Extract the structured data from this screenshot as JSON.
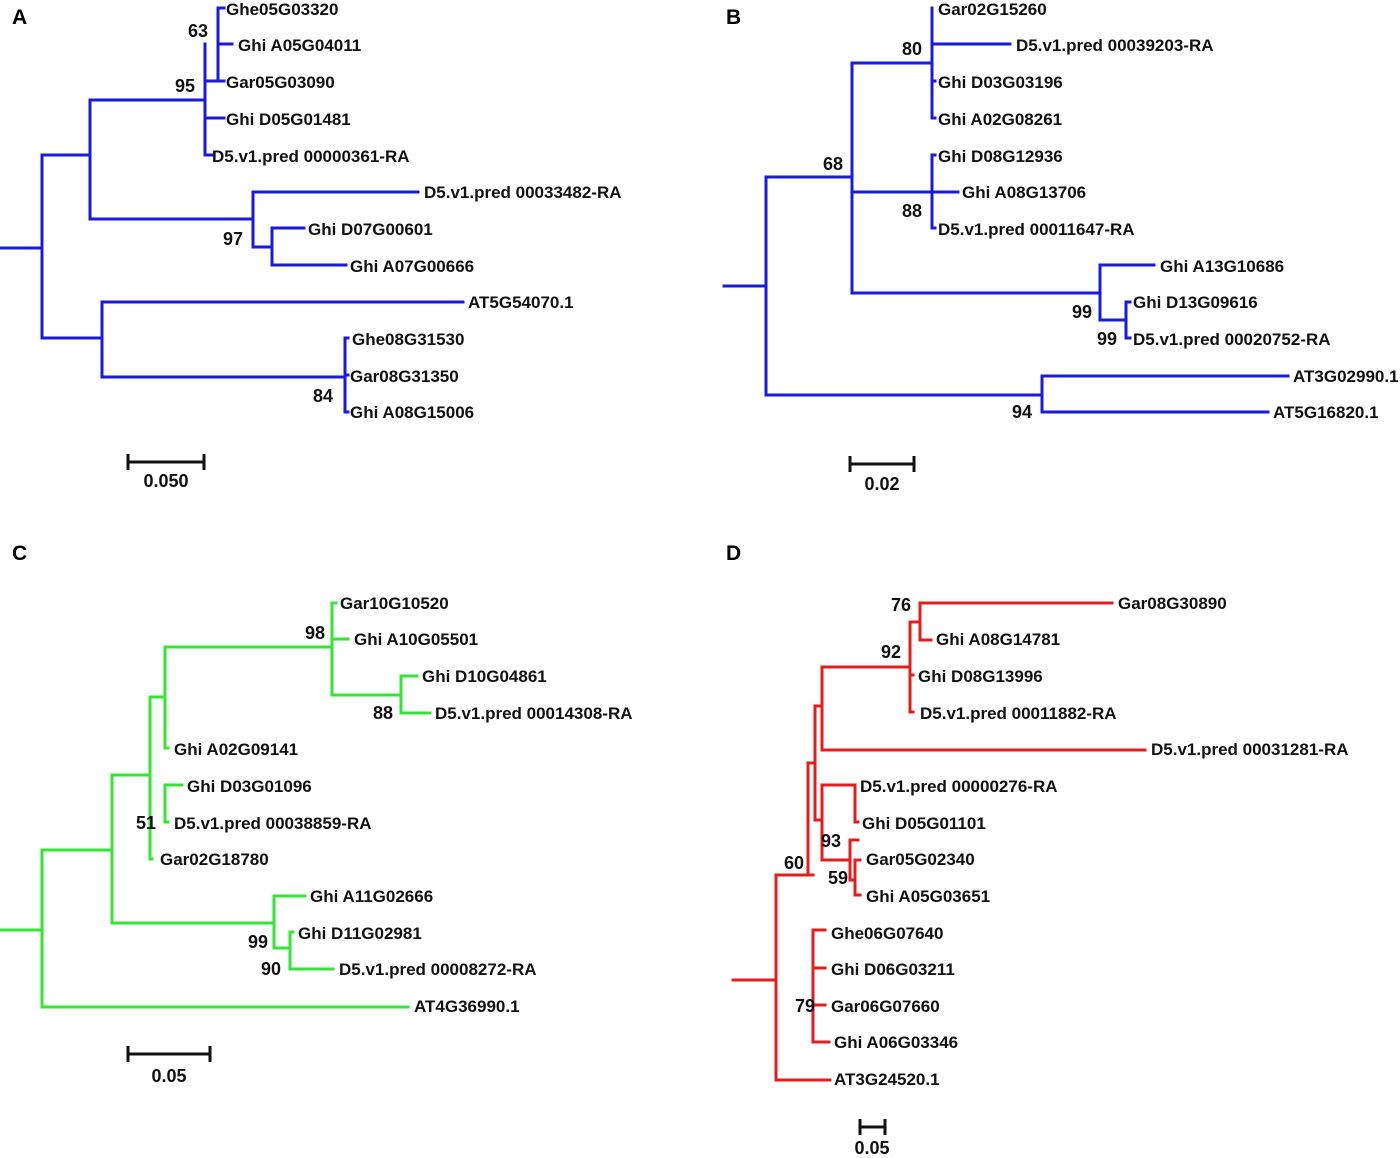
{
  "panels": [
    {
      "id": "A",
      "label": "A",
      "color": "#1a1adc",
      "scale_label": "0.050",
      "leaves": [
        "Ghe05G03320",
        "Ghi A05G04011",
        "Gar05G03090",
        "Ghi D05G01481",
        "D5.v1.pred 00000361-RA",
        "D5.v1.pred 00033482-RA",
        "Ghi D07G00601",
        "Ghi A07G00666",
        "AT5G54070.1",
        "Ghe08G31530",
        "Gar08G31350",
        "Ghi A08G15006"
      ],
      "bootstrap": [
        "63",
        "95",
        "97",
        "84"
      ]
    },
    {
      "id": "B",
      "label": "B",
      "color": "#1a1adc",
      "scale_label": "0.02",
      "leaves": [
        "Gar02G15260",
        "D5.v1.pred 00039203-RA",
        "Ghi D03G03196",
        "Ghi A02G08261",
        "Ghi D08G12936",
        "Ghi A08G13706",
        "D5.v1.pred 00011647-RA",
        "Ghi A13G10686",
        "Ghi D13G09616",
        "D5.v1.pred 00020752-RA",
        "AT3G02990.1",
        "AT5G16820.1"
      ],
      "bootstrap": [
        "80",
        "68",
        "88",
        "99",
        "99",
        "94"
      ]
    },
    {
      "id": "C",
      "label": "C",
      "color": "#33e633",
      "scale_label": "0.05",
      "leaves": [
        "Gar10G10520",
        "Ghi A10G05501",
        "Ghi D10G04861",
        "D5.v1.pred 00014308-RA",
        "Ghi A02G09141",
        "Ghi D03G01096",
        "D5.v1.pred 00038859-RA",
        "Gar02G18780",
        "Ghi A11G02666",
        "Ghi D11G02981",
        "D5.v1.pred 00008272-RA",
        "AT4G36990.1"
      ],
      "bootstrap": [
        "98",
        "88",
        "51",
        "99",
        "90"
      ]
    },
    {
      "id": "D",
      "label": "D",
      "color": "#e61c1c",
      "scale_label": "0.05",
      "leaves": [
        "Gar08G30890",
        "Ghi A08G14781",
        "Ghi D08G13996",
        "D5.v1.pred 00011882-RA",
        "D5.v1.pred 00031281-RA",
        "D5.v1.pred 00000276-RA",
        "Ghi D05G01101",
        "Gar05G02340",
        "Ghi A05G03651",
        "Ghe06G07640",
        "Ghi D06G03211",
        "Gar06G07660",
        "Ghi A06G03346",
        "AT3G24520.1"
      ],
      "bootstrap": [
        "76",
        "92",
        "93",
        "59",
        "60",
        "79"
      ]
    }
  ]
}
